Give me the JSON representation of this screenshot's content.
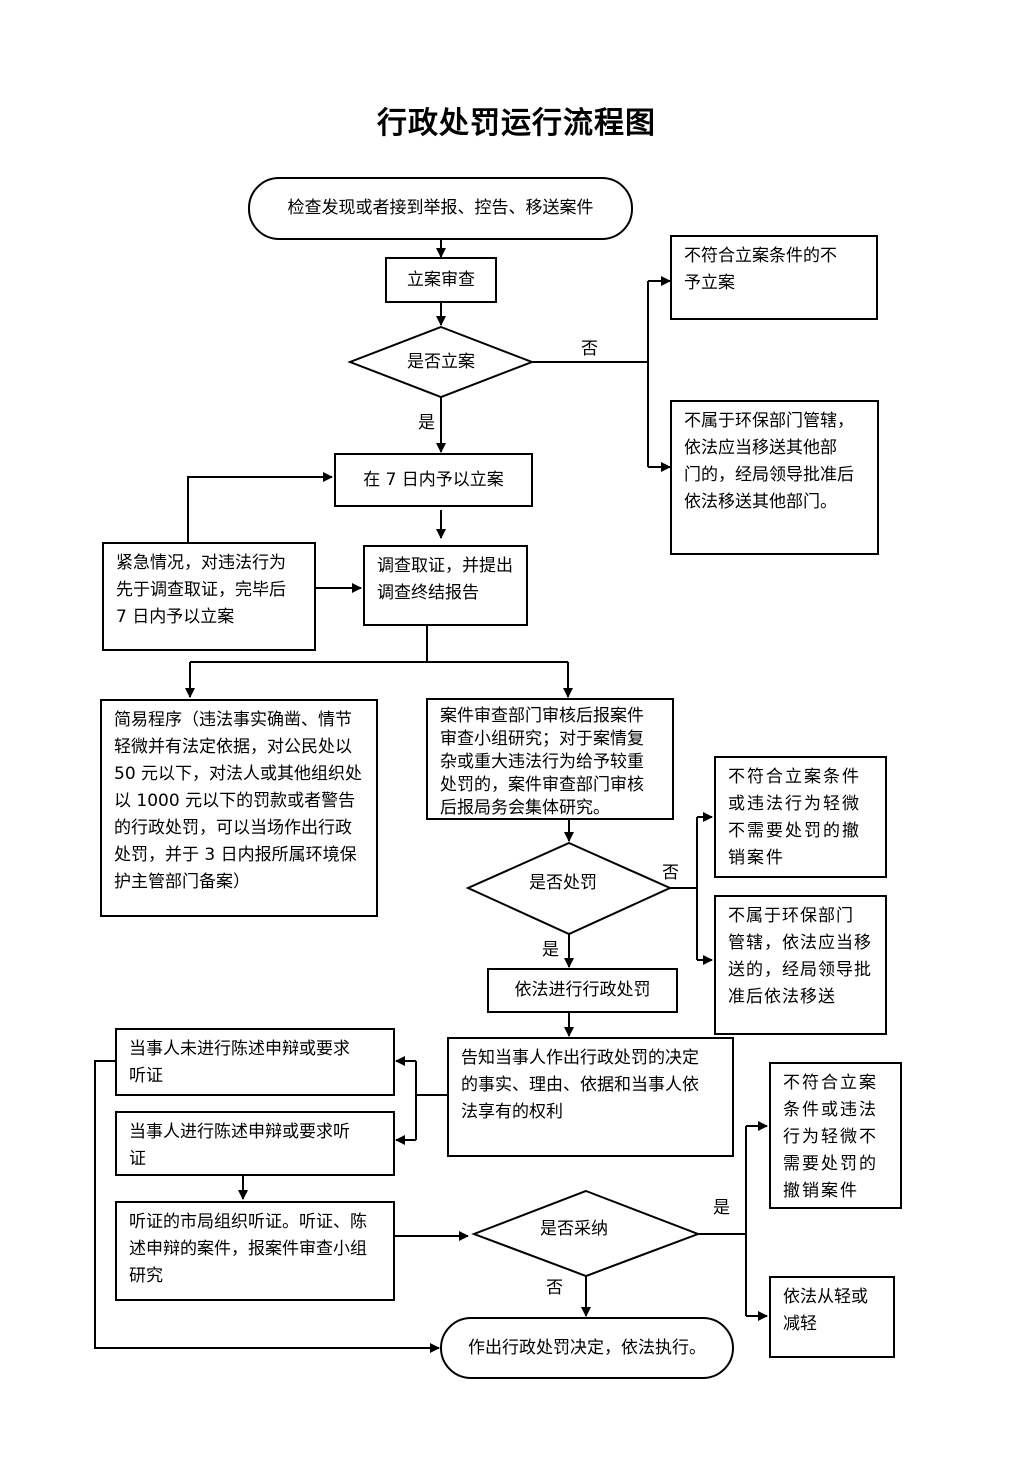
{
  "title": "行政处罚运行流程图",
  "nodes": {
    "start": "检查发现或者接到举报、控告、移送案件",
    "review": "立案审查",
    "decide_file": "是否立案",
    "reject_1": "不符合立案条件的不\n予立案",
    "transfer_1": "不属于环保部门管辖，\n依法应当移送其他部\n门的，经局领导批准后\n依法移送其他部门。",
    "file_7days": "在 7 日内予以立案",
    "urgent": "紧急情况，对违法行为\n先于调查取证，完毕后\n7 日内予以立案",
    "investigate": "调查取证，并提出\n调查终结报告",
    "simple": "简易程序（违法事实确凿、情节\n轻微并有法定依据，对公民处以\n50 元以下，对法人或其他组织处\n以 1000 元以下的罚款或者警告\n的行政处罚，可以当场作出行政\n处罚，并于 3 日内报所属环境保\n护主管部门备案）",
    "case_review": "案件审查部门审核后报案件\n审查小组研究；对于案情复\n杂或重大违法行为给予较重\n处罚的，案件审查部门审核\n后报局务会集体研究。",
    "decide_penalty": "是否处罚",
    "reject_2": "不符合立案条件\n或违法行为轻微\n不需要处罚的撤\n销案件",
    "transfer_2": "不属于环保部门\n管辖，依法应当移\n送的，经局领导批\n准后依法移送",
    "penalty": "依法进行行政处罚",
    "notify": "告知当事人作出行政处罚的决定\n的事实、理由、依据和当事人依\n法享有的权利",
    "no_statement": "当事人未进行陈述申辩或要求\n听证",
    "statement": "当事人进行陈述申辩或要求听\n证",
    "hearing": "听证的市局组织听证。听证、陈\n述申辩的案件，报案件审查小组\n研究",
    "decide_accept": "是否采纳",
    "reject_3": "不符合立案\n条件或违法\n行为轻微不\n需要处罚的\n撤销案件",
    "lighter": "依法从轻或\n减轻",
    "final": "作出行政处罚决定，依法执行。"
  },
  "labels": {
    "no_1": "否",
    "yes_1": "是",
    "no_2": "否",
    "yes_2": "是",
    "yes_3": "是",
    "no_3": "否"
  }
}
